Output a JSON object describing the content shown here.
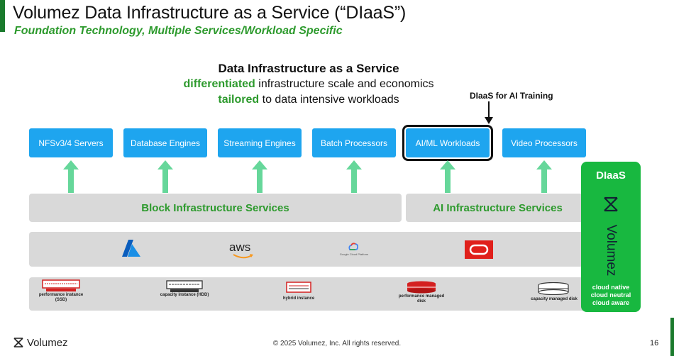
{
  "header": {
    "title": "Volumez Data Infrastructure as a Service (“DIaaS”)",
    "subtitle": "Foundation Technology, Multiple Services/Workload Specific"
  },
  "hero": {
    "title": "Data Infrastructure as a Service",
    "line1_highlight": "differentiated",
    "line1_rest": " infrastructure scale and economics",
    "line2_highlight": "tailored",
    "line2_rest": " to data intensive workloads"
  },
  "callout": "DIaaS for AI Training",
  "workloads": [
    "NFSv3/4 Servers",
    "Database Engines",
    "Streaming Engines",
    "Batch Processors",
    "AI/ML Workloads",
    "Video Processors"
  ],
  "services": {
    "block": "Block Infrastructure Services",
    "ai": "AI Infrastructure Services"
  },
  "clouds": {
    "aws": "aws",
    "gcp": "Google Cloud Platform"
  },
  "hardware": [
    "performance instance (SSD)",
    "capacity instance (HDD)",
    "hybrid instance",
    "performance managed disk",
    "capacity managed disk"
  ],
  "diaas": {
    "label": "DIaaS",
    "brand": "Volumez",
    "tag1": "cloud native",
    "tag2": "cloud neutral",
    "tag3": "cloud aware"
  },
  "footer": {
    "logo": "Volumez",
    "copyright": "© 2025 Volumez, Inc. All rights reserved.",
    "page": "16"
  },
  "colors": {
    "accent_green": "#2d9a2d",
    "workload_blue": "#1ea5ef",
    "arrow_green": "#66d79a",
    "band_gray": "#d9d9d9",
    "diaas_green": "#18b840"
  }
}
